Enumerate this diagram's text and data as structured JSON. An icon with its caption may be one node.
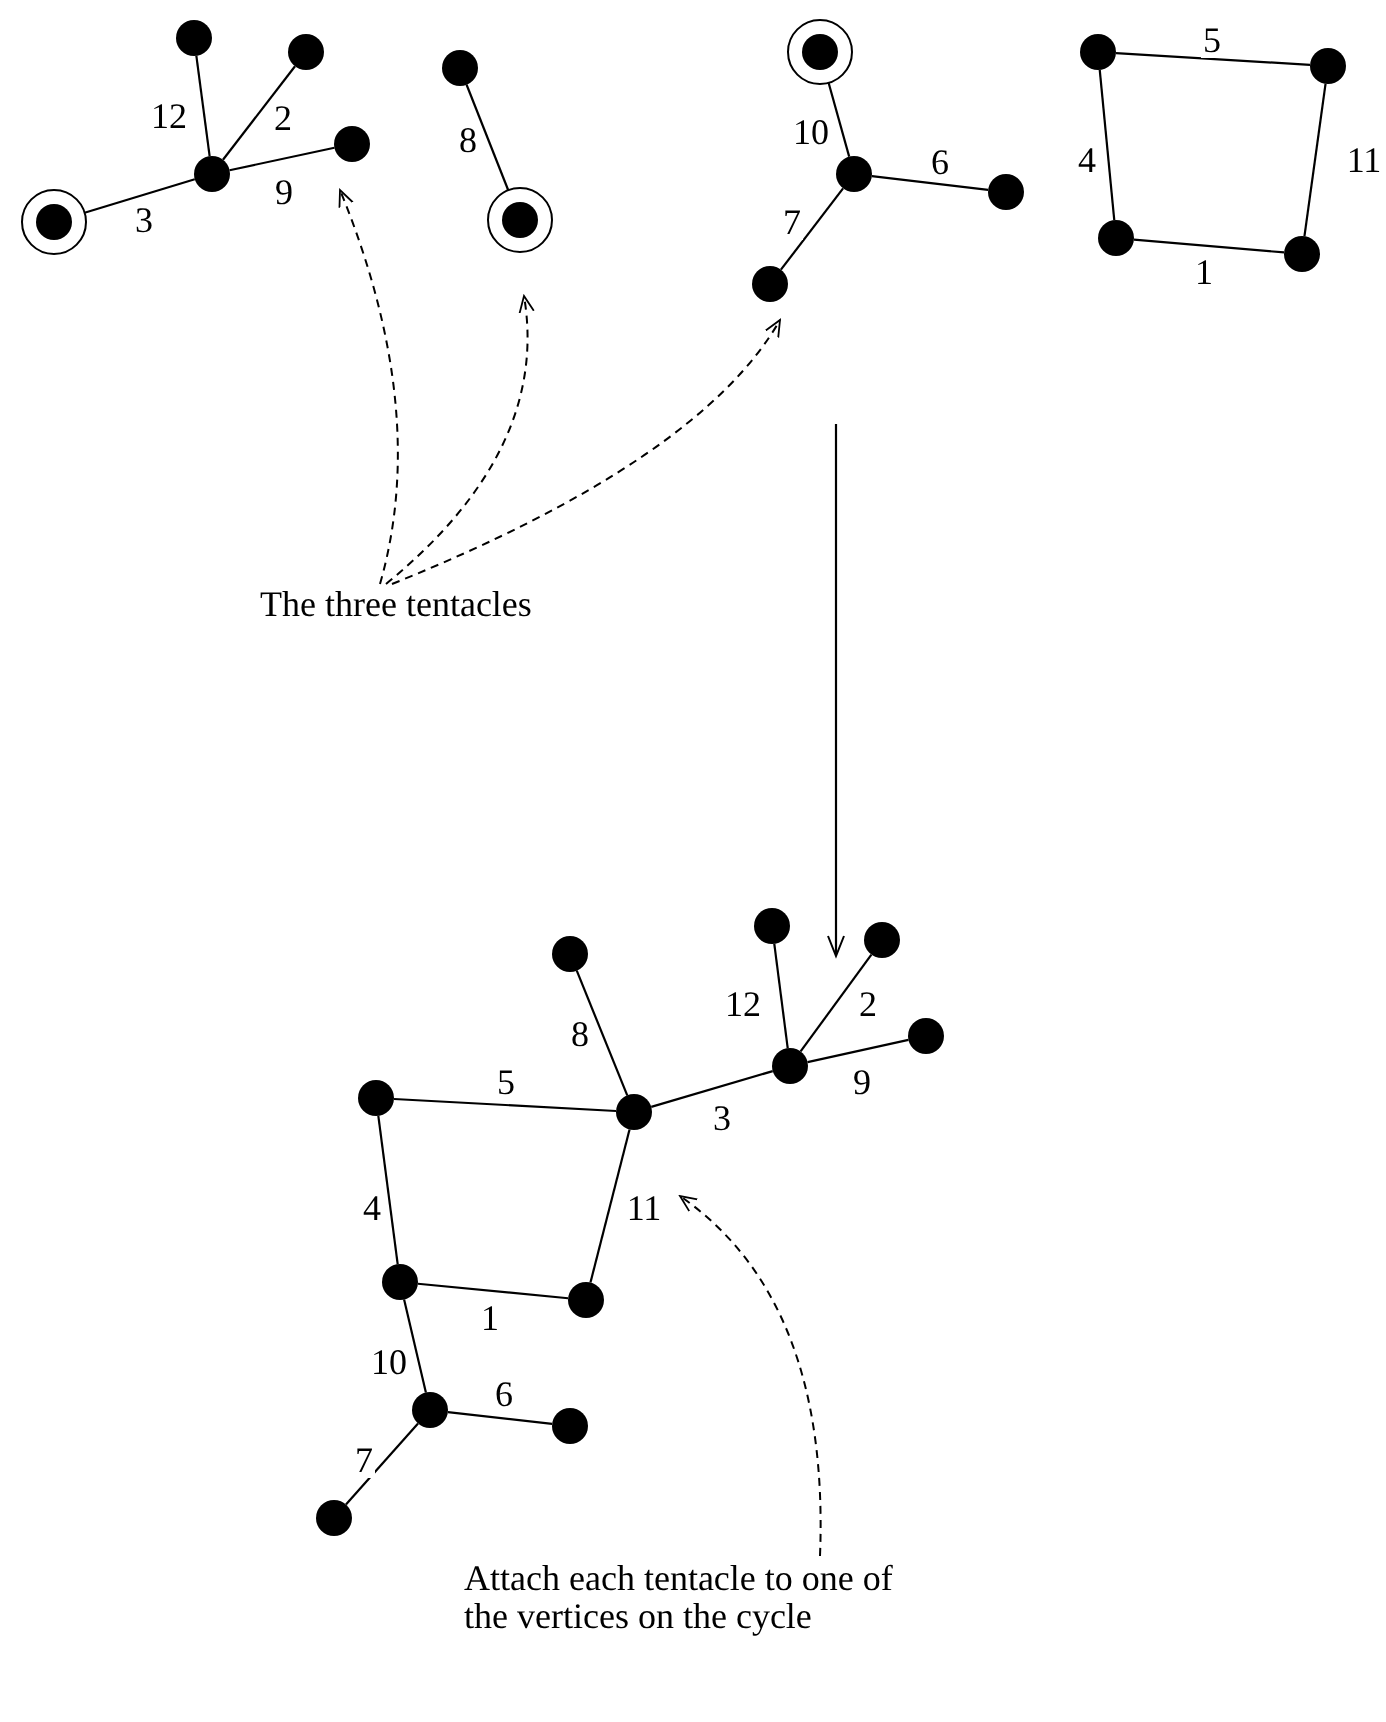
{
  "diagram": {
    "nodes": [
      {
        "text": [],
        "shape": "dot"
      },
      {
        "text": [],
        "shape": "dot"
      },
      {
        "text": [],
        "shape": "dot"
      },
      {
        "text": [],
        "shape": "dot"
      },
      {
        "text": [],
        "shape": "circle"
      },
      {
        "text": [],
        "shape": "dot"
      },
      {
        "text": [],
        "shape": "circle"
      },
      {
        "text": [],
        "shape": "circle"
      },
      {
        "text": [],
        "shape": "dot"
      },
      {
        "text": [],
        "shape": "dot"
      },
      {
        "text": [],
        "shape": "dot"
      },
      {
        "text": [],
        "shape": "dot"
      },
      {
        "text": [],
        "shape": "dot"
      },
      {
        "text": [],
        "shape": "dot"
      },
      {
        "text": [],
        "shape": "dot"
      },
      {
        "text": [
          "The three tentacles"
        ]
      },
      {
        "text": [],
        "shape": "dot"
      },
      {
        "text": [],
        "shape": "dot"
      },
      {
        "text": [],
        "shape": "dot"
      },
      {
        "text": [],
        "shape": "dot"
      },
      {
        "text": [],
        "shape": "dot"
      },
      {
        "text": [],
        "shape": "dot"
      },
      {
        "text": [],
        "shape": "dot"
      },
      {
        "text": [],
        "shape": "dot"
      },
      {
        "text": [],
        "shape": "dot"
      },
      {
        "text": [],
        "shape": "dot"
      },
      {
        "text": [],
        "shape": "dot"
      },
      {
        "text": [],
        "shape": "dot"
      },
      {
        "text": [
          "Attach each tentacle to one of the vertices on the cycle"
        ]
      }
    ],
    "edges": [
      {
        "from": 2,
        "to": 0,
        "arrow": "none",
        "label": "12"
      },
      {
        "from": 2,
        "to": 1,
        "arrow": "none",
        "label": "2"
      },
      {
        "from": 2,
        "to": 3,
        "arrow": "none",
        "label": "9"
      },
      {
        "from": 4,
        "to": 2,
        "arrow": "none",
        "label": "3"
      },
      {
        "from": 5,
        "to": 6,
        "arrow": "none",
        "label": "8"
      },
      {
        "from": 7,
        "to": 8,
        "arrow": "none",
        "label": "10"
      },
      {
        "from": 8,
        "to": 9,
        "arrow": "none",
        "label": "6"
      },
      {
        "from": 8,
        "to": 10,
        "arrow": "none",
        "label": "7"
      },
      {
        "from": 11,
        "to": 12,
        "arrow": "none",
        "label": "5"
      },
      {
        "from": 12,
        "to": 13,
        "arrow": "none",
        "label": "11"
      },
      {
        "from": 14,
        "to": 13,
        "arrow": "none",
        "label": "1"
      },
      {
        "from": 11,
        "to": 14,
        "arrow": "none",
        "label": "4"
      },
      {
        "from": 15,
        "to": 3,
        "arrow": "to",
        "style": "dashed"
      },
      {
        "from": 15,
        "to": 6,
        "arrow": "to",
        "style": "dashed"
      },
      {
        "from": 15,
        "to": 10,
        "arrow": "to",
        "style": "dashed"
      },
      {
        "from": 22,
        "to": 16,
        "arrow": "none",
        "label": "8"
      },
      {
        "from": 21,
        "to": 22,
        "arrow": "none",
        "label": "5"
      },
      {
        "from": 22,
        "to": 24,
        "arrow": "none",
        "label": "11"
      },
      {
        "from": 23,
        "to": 24,
        "arrow": "none",
        "label": "1"
      },
      {
        "from": 21,
        "to": 23,
        "arrow": "none",
        "label": "4"
      },
      {
        "from": 22,
        "to": 20,
        "arrow": "none",
        "label": "3"
      },
      {
        "from": 20,
        "to": 17,
        "arrow": "none",
        "label": "12"
      },
      {
        "from": 20,
        "to": 18,
        "arrow": "none",
        "label": "2"
      },
      {
        "from": 20,
        "to": 19,
        "arrow": "none",
        "label": "9"
      },
      {
        "from": 23,
        "to": 25,
        "arrow": "none",
        "label": "10"
      },
      {
        "from": 25,
        "to": 26,
        "arrow": "none",
        "label": "6"
      },
      {
        "from": 25,
        "to": 27,
        "arrow": "none",
        "label": "7"
      },
      {
        "from": 28,
        "to": null,
        "arrow": "to",
        "style": "dashed"
      }
    ]
  }
}
